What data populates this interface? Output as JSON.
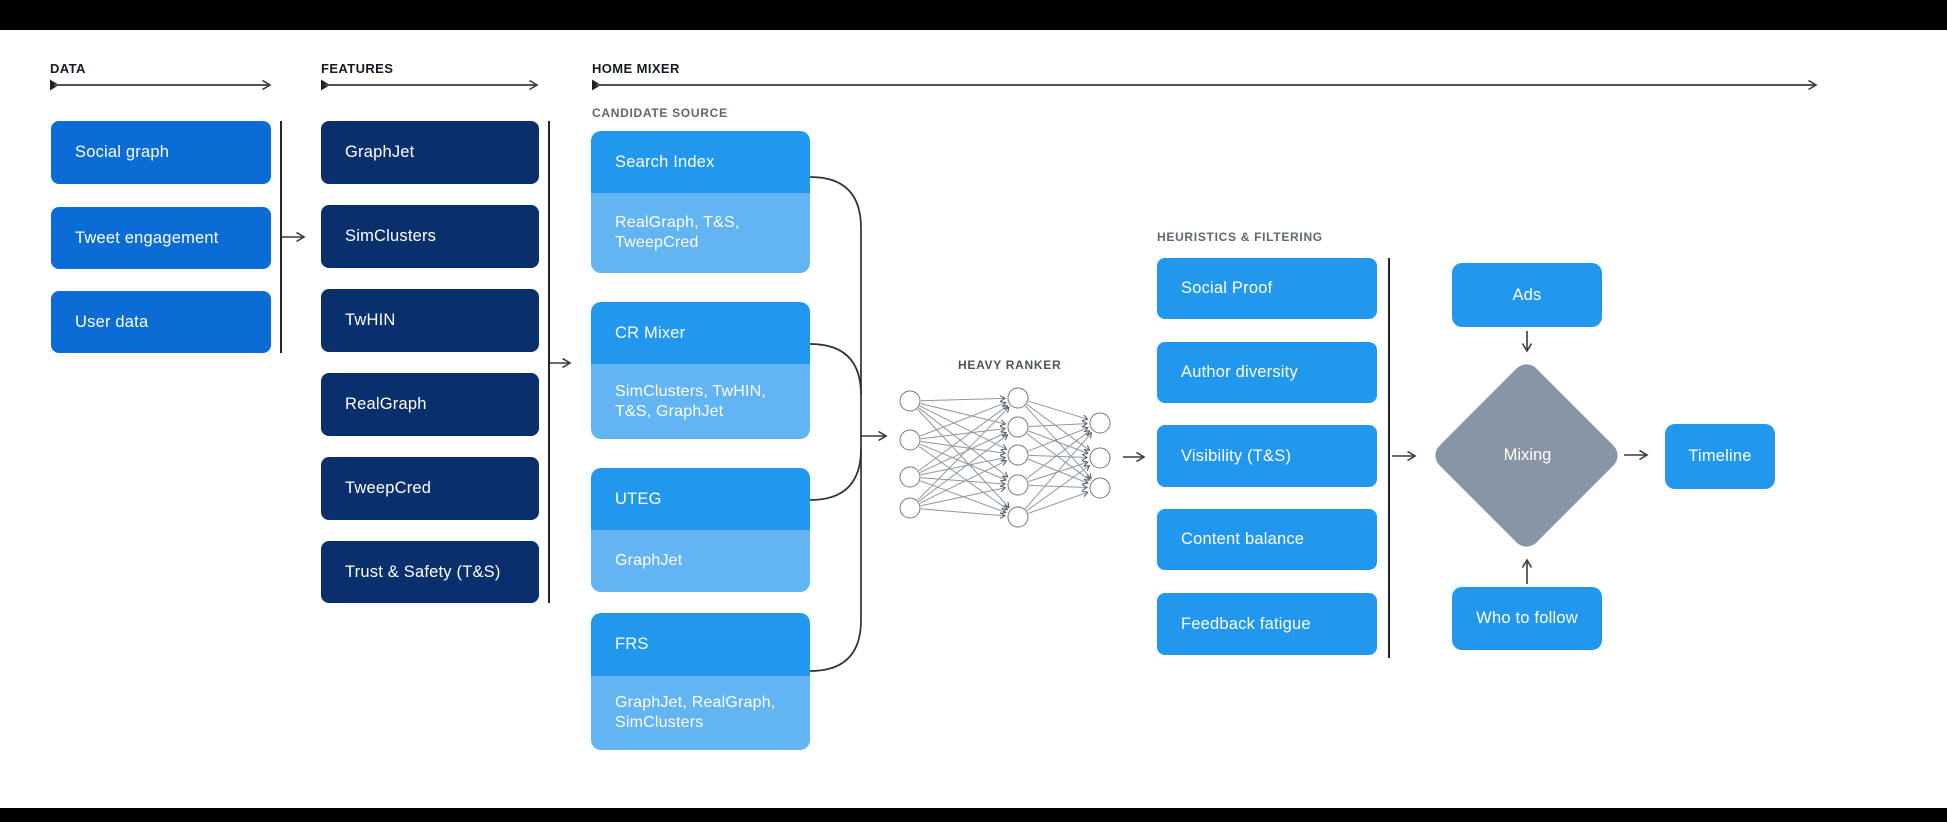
{
  "colors": {
    "azure_blue": "#0a6cd4",
    "navy_blue": "#0a2f6d",
    "bright_blue": "#2297ee",
    "light_blue": "#63b4f2",
    "diamond_gray": "#8795a4",
    "letterbox_black": "#000000"
  },
  "headers": {
    "data": "DATA",
    "features": "FEATURES",
    "home_mixer": "HOME MIXER"
  },
  "labels": {
    "candidate_source": "CANDIDATE SOURCE",
    "heavy_ranker": "HEAVY RANKER",
    "heuristics": "HEURISTICS & FILTERING"
  },
  "data_boxes": [
    "Social graph",
    "Tweet engagement",
    "User data"
  ],
  "feature_boxes": [
    "GraphJet",
    "SimClusters",
    "TwHIN",
    "RealGraph",
    "TweepCred",
    "Trust & Safety (T&S)"
  ],
  "candidate_groups": [
    {
      "name": "Search Index",
      "features": "RealGraph, T&S, TweepCred"
    },
    {
      "name": "CR Mixer",
      "features": "SimClusters, TwHIN, T&S, GraphJet"
    },
    {
      "name": "UTEG",
      "features": "GraphJet"
    },
    {
      "name": "FRS",
      "features": "GraphJet, RealGraph, SimClusters"
    }
  ],
  "heuristics_boxes": [
    "Social Proof",
    "Author diversity",
    "Visibility (T&S)",
    "Content balance",
    "Feedback fatigue"
  ],
  "flow": {
    "ads": "Ads",
    "mixing": "Mixing",
    "who_to_follow": "Who to follow",
    "timeline": "Timeline"
  }
}
